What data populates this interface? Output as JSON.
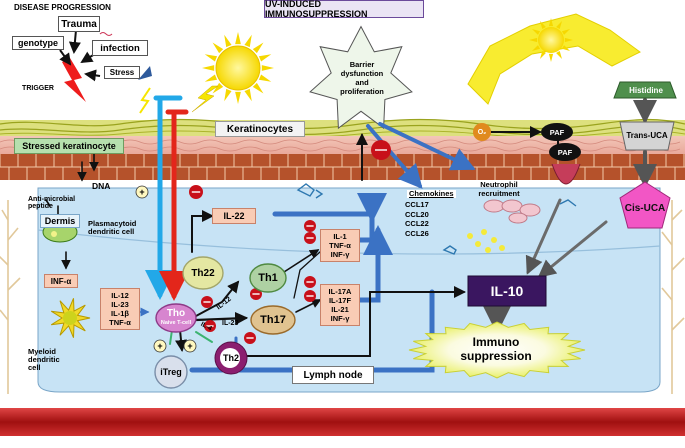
{
  "header": {
    "left_title": "DISEASE PROGRESSION",
    "right_title": "UV-INDUCED IMMUNOSUPPRESSION"
  },
  "triggers": {
    "trauma": "Trauma",
    "genotype": "genotype",
    "infection": "infection",
    "stress": "Stress",
    "trigger": "TRIGGER"
  },
  "skin": {
    "stressed_keratinocyte": "Stressed keratinocyte",
    "keratinocytes": "Keratinocytes",
    "dna": "DNA",
    "antimicrobial": "Anti-microbial peptide",
    "dermis": "Dermis",
    "plasmacytoid": "Plasmacytoid dendritic cell",
    "myeloid": "Myeloid dendritic cell",
    "lymph_node": "Lymph node"
  },
  "barrier": [
    "Barrier",
    "dysfunction",
    "and",
    "proliferation"
  ],
  "chemokines": {
    "title": "Chemokines",
    "items": [
      "CCL17",
      "CCL20",
      "CCL22",
      "CCL26"
    ]
  },
  "neutrophil": [
    "Neutrophil",
    "recruitment"
  ],
  "cytokines": {
    "inf_alpha": "INF-α",
    "dc_set": [
      "IL-12",
      "IL-23",
      "IL-1β",
      "TNF-α"
    ],
    "il22": "IL-22",
    "th1_set": [
      "IL-1",
      "TNF-α",
      "INF-γ"
    ],
    "th17_set": [
      "IL-17A",
      "IL-17F",
      "IL-21",
      "INF-γ"
    ],
    "il12": "IL-12",
    "il23": "IL-23",
    "il4": "IL-4"
  },
  "cells": {
    "th22": "Th22",
    "th1": "Th1",
    "th17": "Th17",
    "th2": "Th2",
    "tho": "Tho",
    "naive": "Naive T-cell",
    "itreg": "iTreg"
  },
  "uv": {
    "o2": "O₂",
    "paf1": "PAF",
    "paf2": "PAF",
    "histidine": "Histidine",
    "trans_uca": "Trans-UCA",
    "cis_uca": "Cis-UCA",
    "il10": "IL-10",
    "immuno": [
      "Immuno",
      "suppression"
    ]
  },
  "symbols": {
    "plus": "+"
  },
  "colors": {
    "blue_arrow": "#3b72c4",
    "red_arrow": "#e3261b",
    "cyan_arrow": "#22a8e8",
    "il10_box": "#3a1660",
    "cis_uca": "#f256c5",
    "sun": "#f6e500",
    "dermis": "#c7e3f5",
    "basal_band": "#b22222"
  }
}
